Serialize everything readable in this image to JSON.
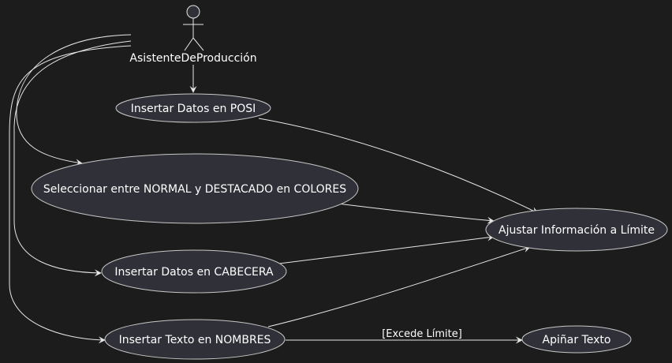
{
  "diagram": {
    "actor": {
      "name": "AsistenteDeProducción"
    },
    "use_cases": {
      "posi": "Insertar Datos en POSI",
      "colores": "Seleccionar entre NORMAL y DESTACADO en COLORES",
      "cabecera": "Insertar Datos en CABECERA",
      "nombres": "Insertar Texto en NOMBRES",
      "ajustar": "Ajustar Información a Límite",
      "apinar": "Apiñar Texto"
    },
    "edge_labels": {
      "nombres_to_apinar": "[Excede Límite]"
    },
    "colors": {
      "background": "#1c1c1c",
      "use_case_fill": "#303038",
      "line": "#e6e6e6",
      "text": "#ffffff"
    }
  }
}
